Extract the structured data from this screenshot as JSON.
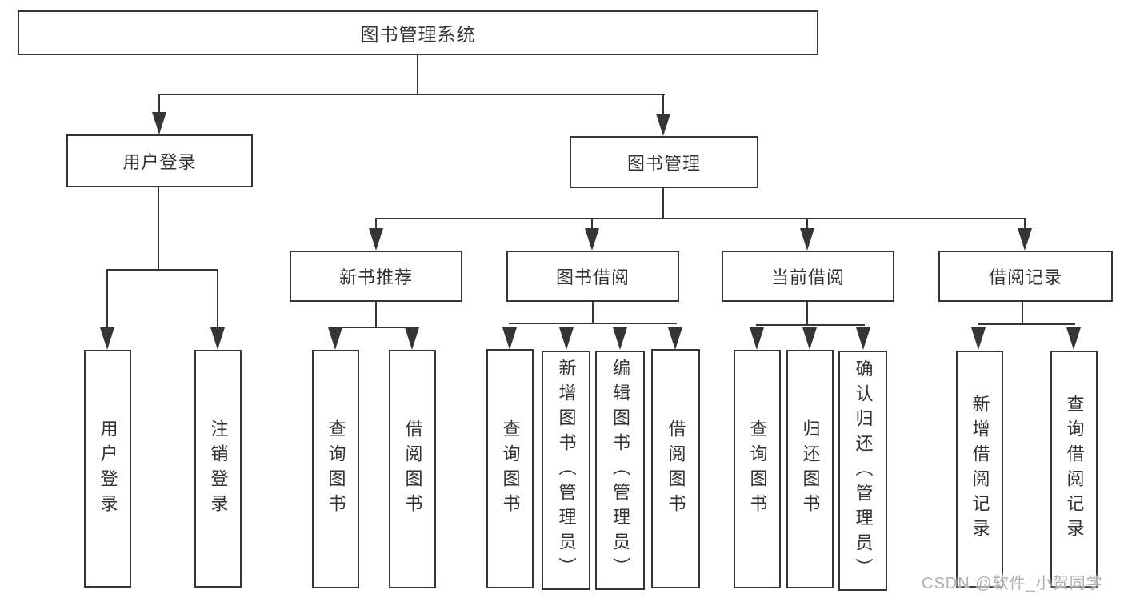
{
  "tree": {
    "root": "图书管理系统",
    "login": {
      "label": "用户登录",
      "children": [
        "用户登录",
        "注销登录"
      ]
    },
    "management": {
      "label": "图书管理",
      "groups": [
        {
          "label": "新书推荐",
          "children": [
            "查询图书",
            "借阅图书"
          ]
        },
        {
          "label": "图书借阅",
          "children": [
            "查询图书",
            "新增图书（管理员）",
            "编辑图书（管理员）",
            "借阅图书"
          ]
        },
        {
          "label": "当前借阅",
          "children": [
            "查询图书",
            "归还图书",
            "确认归还（管理员）"
          ]
        },
        {
          "label": "借阅记录",
          "children": [
            "新增借阅记录",
            "查询借阅记录"
          ]
        }
      ]
    }
  },
  "watermark": "CSDN @软件_小贺同学",
  "colors": {
    "line": "#353535",
    "text": "#333333",
    "background": "#ffffff",
    "watermark": "#b0b0b0"
  }
}
